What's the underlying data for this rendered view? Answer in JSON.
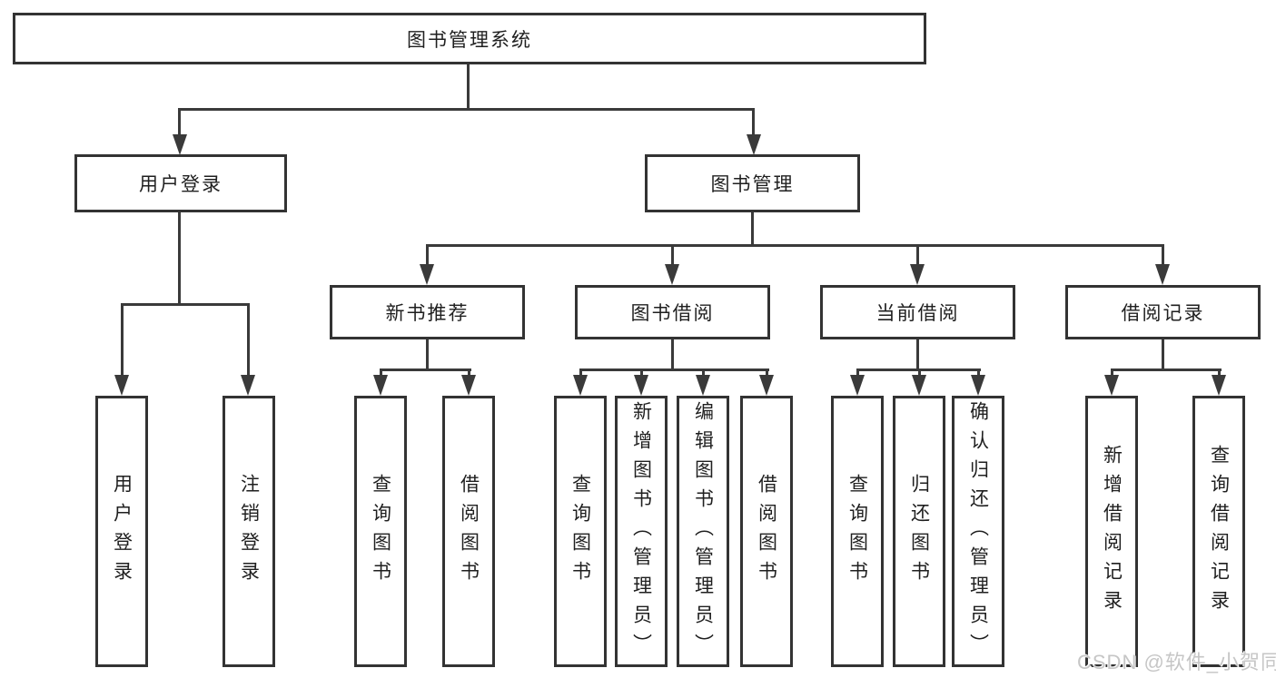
{
  "colors": {
    "background": "#ffffff",
    "line": "#3a3a3a",
    "box_border": "#333333",
    "text": "#1f1f1f",
    "watermark": "#c6c6c6"
  },
  "diagram": {
    "type": "hierarchy-tree",
    "root": {
      "label": "图书管理系统"
    },
    "level2": [
      {
        "label": "用户登录",
        "parent": "图书管理系统"
      },
      {
        "label": "图书管理",
        "parent": "图书管理系统"
      }
    ],
    "level3": [
      {
        "label": "新书推荐",
        "parent": "图书管理"
      },
      {
        "label": "图书借阅",
        "parent": "图书管理"
      },
      {
        "label": "当前借阅",
        "parent": "图书管理"
      },
      {
        "label": "借阅记录",
        "parent": "图书管理"
      }
    ],
    "leaves": [
      {
        "label": "用户登录",
        "parent": "用户登录"
      },
      {
        "label": "注销登录",
        "parent": "用户登录"
      },
      {
        "label": "查询图书",
        "parent": "新书推荐"
      },
      {
        "label": "借阅图书",
        "parent": "新书推荐"
      },
      {
        "label": "查询图书",
        "parent": "图书借阅"
      },
      {
        "label": "新增图书（管理员）",
        "parent": "图书借阅"
      },
      {
        "label": "编辑图书（管理员）",
        "parent": "图书借阅"
      },
      {
        "label": "借阅图书",
        "parent": "图书借阅"
      },
      {
        "label": "查询图书",
        "parent": "当前借阅"
      },
      {
        "label": "归还图书",
        "parent": "当前借阅"
      },
      {
        "label": "确认归还（管理员）",
        "parent": "当前借阅"
      },
      {
        "label": "新增借阅记录",
        "parent": "借阅记录"
      },
      {
        "label": "查询借阅记录",
        "parent": "借阅记录"
      }
    ]
  },
  "watermark": {
    "text": "CSDN @软件_小贺同学"
  }
}
